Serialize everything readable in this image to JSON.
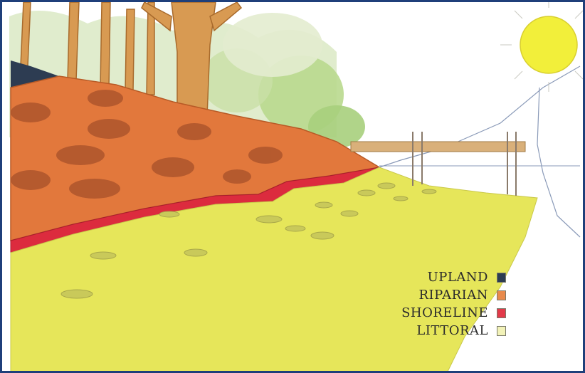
{
  "legend": {
    "items": [
      {
        "label": "UPLAND",
        "color": "#2d3c52"
      },
      {
        "label": "RIPARIAN",
        "color": "#e88a4c"
      },
      {
        "label": "SHORELINE",
        "color": "#e23a4a"
      },
      {
        "label": "LITTORAL",
        "color": "#f2f2b8"
      }
    ]
  },
  "colors": {
    "frame": "#1f3f7a",
    "sky": "#ffffff",
    "upland": "#2d3c52",
    "riparian": "#e2783c",
    "shoreline": "#dc2b3e",
    "littoral": "#e6e65a",
    "water_line": "#8a9ab8",
    "dock": "#d9b07a",
    "sun": "#f2ef3a",
    "tree_trunk": "#d89a52",
    "foliage": "#b9d98e"
  }
}
